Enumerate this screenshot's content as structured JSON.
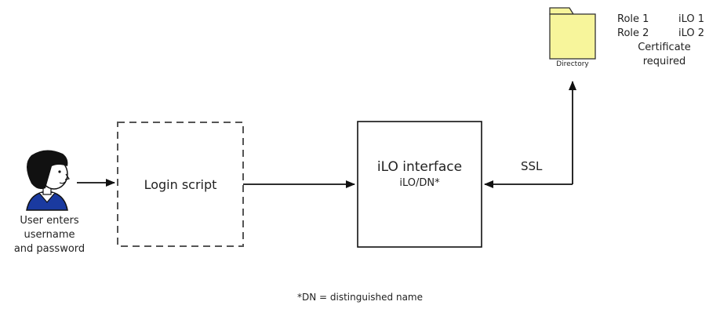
{
  "user": {
    "caption_lines": [
      "User enters",
      "username",
      "and password"
    ]
  },
  "login_script": {
    "label": "Login script"
  },
  "ilo_interface": {
    "title": "iLO interface",
    "subtitle": "iLO/DN*"
  },
  "connection": {
    "label": "SSL"
  },
  "directory": {
    "label": "Directory",
    "roles": [
      {
        "role": "Role 1",
        "ilo": "iLO 1"
      },
      {
        "role": "Role 2",
        "ilo": "iLO 2"
      }
    ],
    "note_lines": [
      "Certificate",
      "required"
    ]
  },
  "footnote": "*DN = distinguished name",
  "colors": {
    "folder_fill": "#f7f59b",
    "line": "#111111",
    "shirt": "#1a3aa0"
  }
}
